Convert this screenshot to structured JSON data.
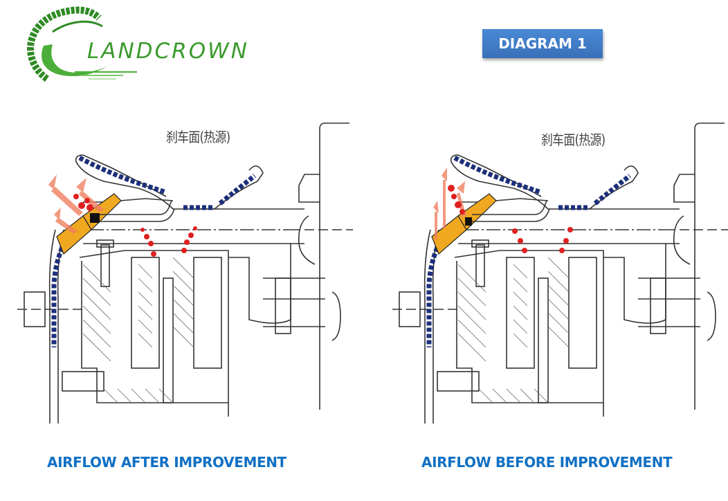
{
  "logo": {
    "brand_name": "LANDCROWN",
    "brand_color": "#3a9a2c"
  },
  "badge": {
    "label": "DIAGRAM 1",
    "color": "#3f7cc7"
  },
  "diagrams": [
    {
      "id": "after",
      "annotation": "刹车面(热源)",
      "caption": "AIRFLOW AFTER IMPROVEMENT"
    },
    {
      "id": "before",
      "annotation": "刹车面(热源)",
      "caption": "AIRFLOW BEFORE IMPROVEMENT"
    }
  ],
  "colors": {
    "caption": "#1170c4",
    "insulation": "#1c2f7a",
    "highlight": "#f0a820",
    "heat": "#e02020",
    "airflow": "#f08060"
  }
}
